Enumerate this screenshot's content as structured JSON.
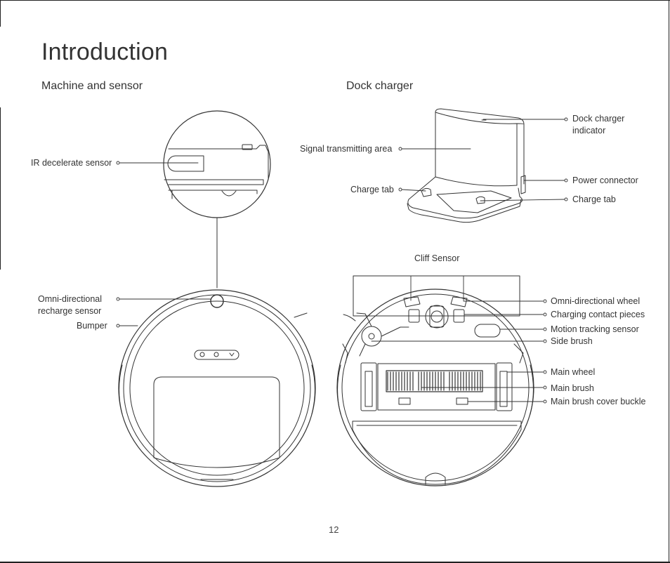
{
  "page": {
    "title": "Introduction",
    "page_number": "12"
  },
  "sections": {
    "machine": "Machine and sensor",
    "dock": "Dock charger"
  },
  "labels": {
    "ir_sensor": "IR decelerate sensor",
    "omni_recharge_line1": "Omni-directional",
    "omni_recharge_line2": "recharge sensor",
    "bumper": "Bumper",
    "signal_area": "Signal transmitting area",
    "charge_tab_left": "Charge tab",
    "dock_indicator_line1": "Dock charger",
    "dock_indicator_line2": "indicator",
    "power_connector": "Power connector",
    "charge_tab_right": "Charge tab",
    "cliff_sensor": "Cliff Sensor",
    "omni_wheel": "Omni-directional wheel",
    "charging_contacts": "Charging contact pieces",
    "motion_tracking": "Motion tracking sensor",
    "side_brush": "Side brush",
    "main_wheel": "Main wheel",
    "main_brush": "Main brush",
    "main_brush_buckle": "Main brush cover buckle"
  }
}
